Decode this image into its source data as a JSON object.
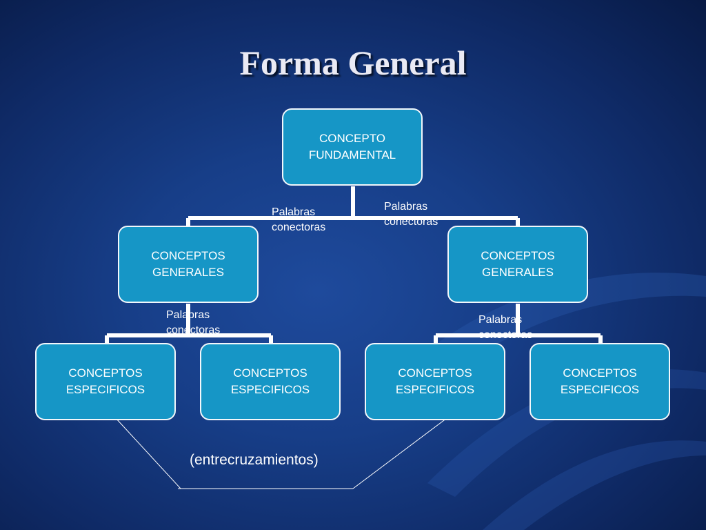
{
  "slide": {
    "title": "Forma General",
    "root": {
      "line1": "CONCEPTO",
      "line2": "FUNDAMENTAL"
    },
    "generales": [
      {
        "line1": "CONCEPTOS",
        "line2": "GENERALES"
      },
      {
        "line1": "CONCEPTOS",
        "line2": "GENERALES"
      }
    ],
    "especificos": [
      {
        "line1": "CONCEPTOS",
        "line2": "ESPECIFICOS"
      },
      {
        "line1": "CONCEPTOS",
        "line2": "ESPECIFICOS"
      },
      {
        "line1": "CONCEPTOS",
        "line2": "ESPECIFICOS"
      },
      {
        "line1": "CONCEPTOS",
        "line2": "ESPECIFICOS"
      }
    ],
    "connector_labels": [
      {
        "line1": "Palabras",
        "line2": "conectoras"
      },
      {
        "line1": "Palabras",
        "line2": "conectoras"
      },
      {
        "line1": "Palabras",
        "line2": "conectoras"
      },
      {
        "line1": "Palabras",
        "line2": "conectoras"
      }
    ],
    "crosslink_label": "(entrecruzamientos)"
  },
  "colors": {
    "node_fill": "#1696c6",
    "node_border": "#f2f7fb",
    "connector": "#ffffff",
    "background": "#173e88"
  }
}
